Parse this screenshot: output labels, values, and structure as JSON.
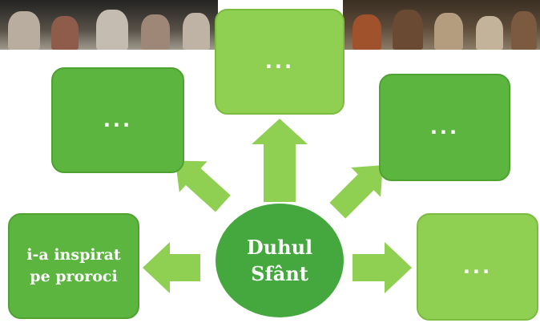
{
  "colors": {
    "center_circle": "#45a83e",
    "box_dark": "#5cb53f",
    "box_light": "#8fcf52",
    "arrow": "#8fcf52",
    "text": "#ffffff"
  },
  "diagram": {
    "center": {
      "line1": "Duhul",
      "line2": "Sfânt"
    },
    "boxes": {
      "top": "...",
      "upper_left": "...",
      "upper_right": "...",
      "lower_left_line1": "i-a inspirat",
      "lower_left_line2": "pe proroci",
      "lower_right": "..."
    }
  }
}
